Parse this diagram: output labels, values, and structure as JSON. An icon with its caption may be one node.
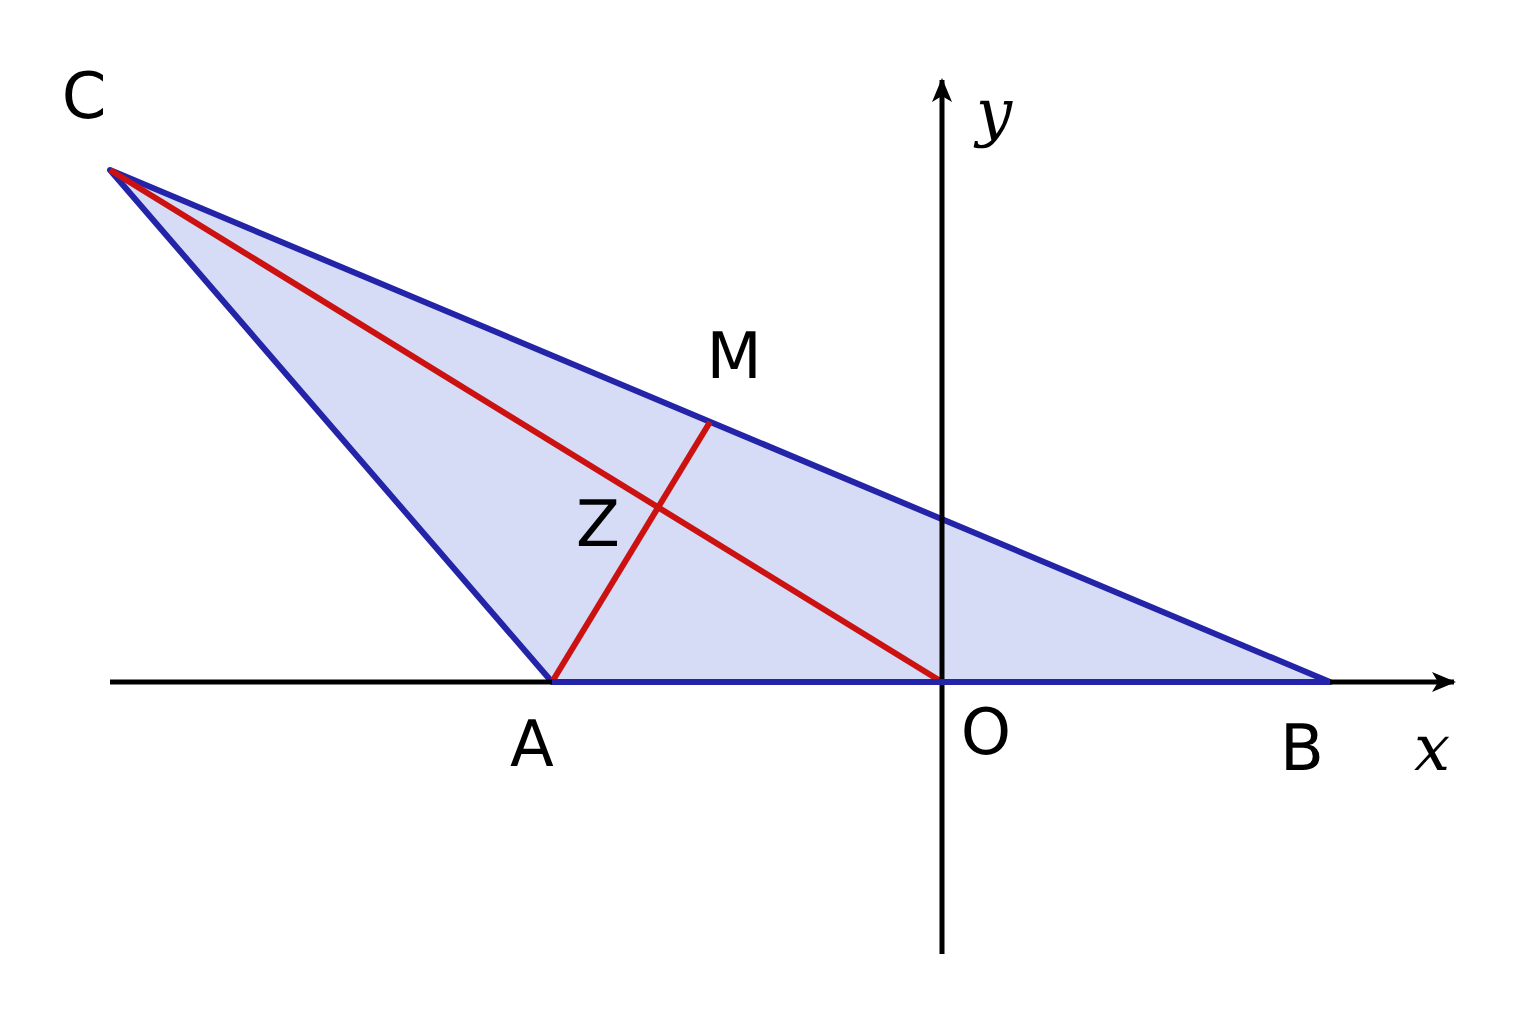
{
  "diagram": {
    "labels": [
      "C",
      "y",
      "M",
      "Z",
      "A",
      "O",
      "B",
      "x"
    ]
  }
}
